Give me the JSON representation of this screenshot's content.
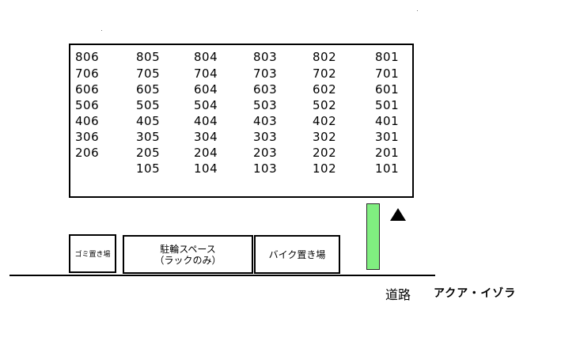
{
  "units": {
    "columns": [
      [
        "806",
        "706",
        "606",
        "506",
        "406",
        "306",
        "206",
        ""
      ],
      [
        "805",
        "705",
        "605",
        "505",
        "405",
        "305",
        "205",
        "105"
      ],
      [
        "804",
        "704",
        "604",
        "504",
        "404",
        "304",
        "204",
        "104"
      ],
      [
        "803",
        "703",
        "603",
        "503",
        "403",
        "303",
        "203",
        "103"
      ],
      [
        "802",
        "702",
        "602",
        "502",
        "402",
        "302",
        "202",
        "102"
      ],
      [
        "801",
        "701",
        "601",
        "501",
        "401",
        "301",
        "201",
        "101"
      ]
    ]
  },
  "facilities": {
    "trash": "ゴミ置き場",
    "bicycle": "駐輪スペース",
    "bicycle_note": "（ラックのみ）",
    "motorbike": "バイク置き場"
  },
  "road_label": "道路",
  "building_name": "アクア・イゾラ",
  "colors": {
    "entrance": "#80ee80"
  },
  "icons": {
    "entrance_arrow": "triangle-up-icon"
  }
}
